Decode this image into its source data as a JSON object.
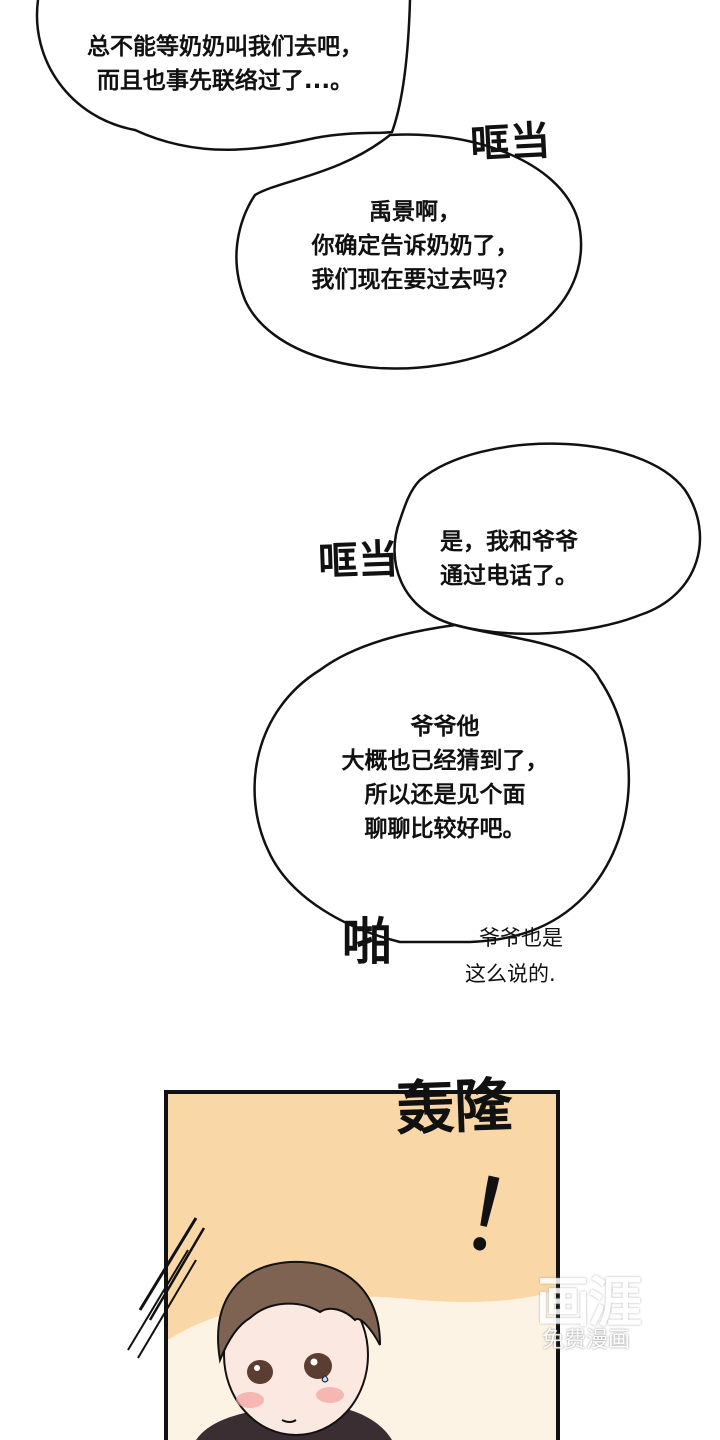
{
  "bubbles": {
    "b1": [
      "总不能等奶奶叫我们去吧，",
      "而且也事先联络过了...。"
    ],
    "b2": [
      "禹景啊，",
      "你确定告诉奶奶了，",
      "我们现在要过去吗？"
    ],
    "b3": [
      "是，我和爷爷",
      "通过电话了。"
    ],
    "b4": [
      "爷爷他",
      "大概也已经猜到了，",
      "所以还是见个面",
      "聊聊比较好吧。"
    ],
    "b5": [
      "爷爷也是",
      "这么说的."
    ]
  },
  "sfx": {
    "knock1": "哐当",
    "knock2": "哐当",
    "pop": "啪",
    "rumble": "轰隆",
    "bang": "！"
  },
  "watermark": {
    "logo": "画涯",
    "caption": "免费漫画"
  },
  "colors": {
    "panel_bg": "#f9d7a6",
    "panel_light": "#fdf3e4",
    "hair": "#7e6352",
    "skin": "#fbe8e1",
    "shirt": "#3a2e33"
  }
}
